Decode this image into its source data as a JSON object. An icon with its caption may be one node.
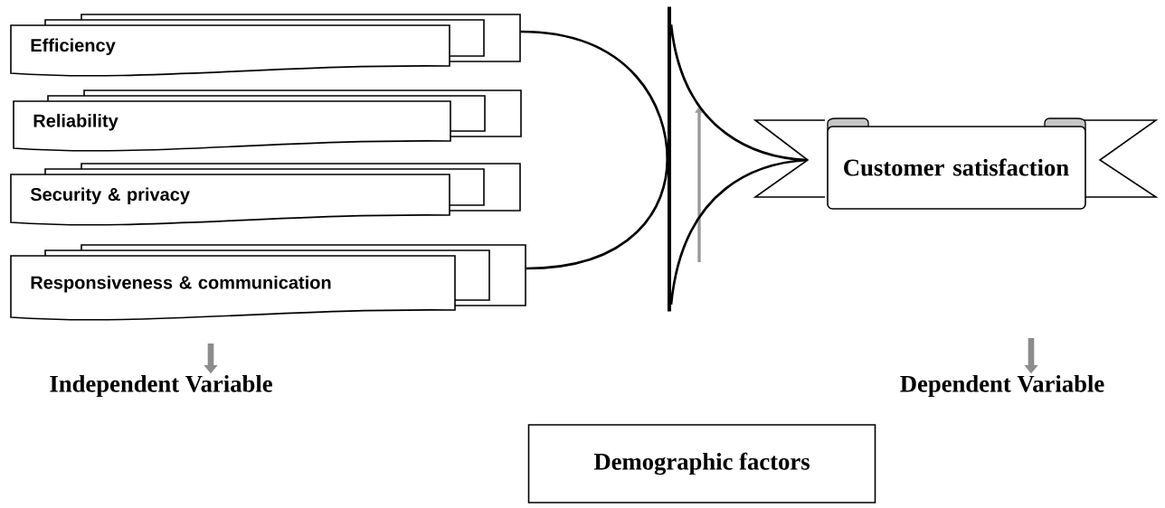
{
  "diagram": {
    "nodes": [
      {
        "text": [
          "Efficiency"
        ]
      },
      {
        "text": [
          "Reliability"
        ]
      },
      {
        "text": [
          "Security & privacy"
        ]
      },
      {
        "text": [
          "Responsiveness & communication"
        ]
      },
      {
        "text": [
          "Customer satisfaction"
        ]
      },
      {
        "text": [
          "Independent Variable"
        ]
      },
      {
        "text": [
          "Dependent Variable"
        ]
      },
      {
        "text": [
          "Demographic factors"
        ]
      },
      {
        "text": [],
        "shape": "bar"
      }
    ],
    "edges": [
      {
        "from": 0,
        "to": 8,
        "arrow": "none"
      },
      {
        "from": 3,
        "to": 8,
        "arrow": "none"
      },
      {
        "from": 8,
        "to": 4,
        "arrow": "none"
      },
      {
        "from": 8,
        "to": 4,
        "arrow": "none"
      },
      {
        "from": null,
        "to": 5,
        "arrow": "to",
        "style": "thick",
        "color": "#8c8c8c"
      },
      {
        "from": null,
        "to": 6,
        "arrow": "to",
        "style": "thick",
        "color": "#8c8c8c"
      }
    ]
  }
}
